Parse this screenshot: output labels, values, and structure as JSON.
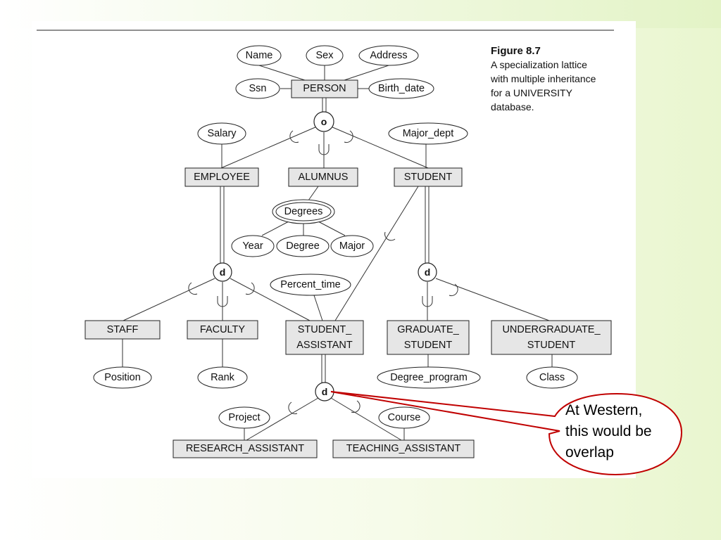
{
  "figure": {
    "title": "Figure 8.7",
    "caption": [
      "A specialization lattice",
      "with multiple inheritance",
      "for a UNIVERSITY",
      "database."
    ]
  },
  "entities": {
    "person": "PERSON",
    "employee": "EMPLOYEE",
    "alumnus": "ALUMNUS",
    "student": "STUDENT",
    "staff": "STAFF",
    "faculty": "FACULTY",
    "student_assistant": [
      "STUDENT_",
      "ASSISTANT"
    ],
    "graduate_student": [
      "GRADUATE_",
      "STUDENT"
    ],
    "undergraduate_student": [
      "UNDERGRADUATE_",
      "STUDENT"
    ],
    "research_assistant": "RESEARCH_ASSISTANT",
    "teaching_assistant": "TEACHING_ASSISTANT"
  },
  "attributes": {
    "name": "Name",
    "sex": "Sex",
    "address": "Address",
    "ssn": "Ssn",
    "birth_date": "Birth_date",
    "salary": "Salary",
    "major_dept": "Major_dept",
    "degrees": "Degrees",
    "year": "Year",
    "degree": "Degree",
    "major": "Major",
    "percent_time": "Percent_time",
    "position": "Position",
    "rank": "Rank",
    "degree_program": "Degree_program",
    "class": "Class",
    "project": "Project",
    "course": "Course"
  },
  "specializations": {
    "person": "o",
    "employee": "d",
    "student": "d",
    "student_assistant": "d"
  },
  "callout": {
    "lines": [
      "At Western,",
      "this would be",
      "overlap"
    ]
  }
}
